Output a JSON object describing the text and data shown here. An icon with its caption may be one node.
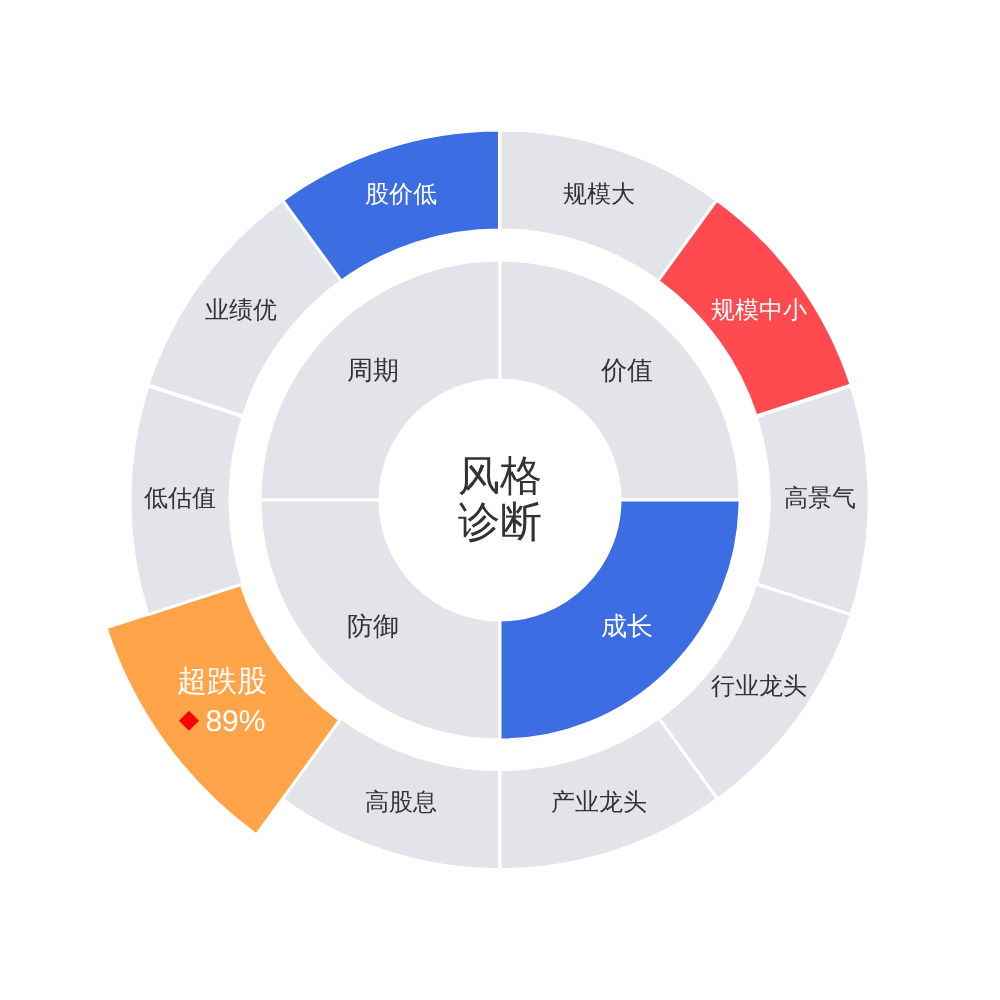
{
  "diagram": {
    "nodes": [
      {
        "text": [
          "风格诊断"
        ]
      },
      {
        "text": [
          "周期"
        ]
      },
      {
        "text": [
          "价值"
        ]
      },
      {
        "text": [
          "防御"
        ]
      },
      {
        "text": [
          "成长"
        ]
      },
      {
        "text": [
          "股价低"
        ]
      },
      {
        "text": [
          "规模大"
        ]
      },
      {
        "text": [
          "规模中小"
        ]
      },
      {
        "text": [
          "高景气"
        ]
      },
      {
        "text": [
          "行业龙头"
        ]
      },
      {
        "text": [
          "产业龙头"
        ]
      },
      {
        "text": [
          "高股息"
        ]
      },
      {
        "text": [
          "超跌股",
          "89%"
        ]
      },
      {
        "text": [
          "低估值"
        ]
      },
      {
        "text": [
          "业绩优"
        ]
      }
    ]
  }
}
